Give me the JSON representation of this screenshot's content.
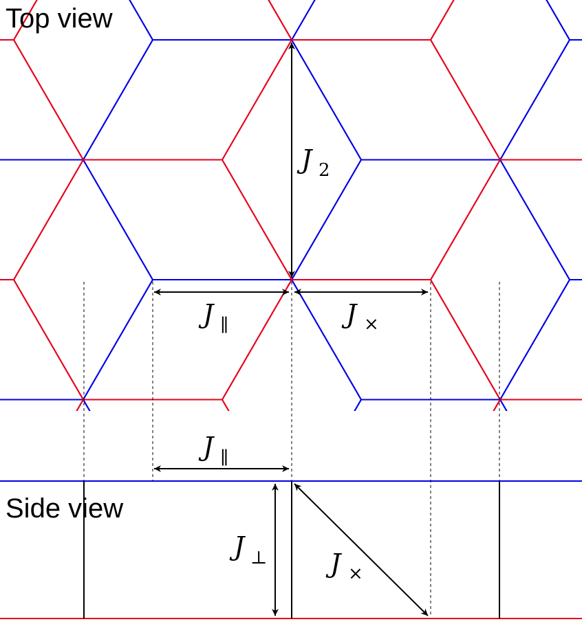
{
  "labels": {
    "top_view": "Top view",
    "side_view": "Side view"
  },
  "couplings": {
    "j2": {
      "main": "J",
      "sub": "2"
    },
    "j_par_top": {
      "main": "J",
      "sub": "∥"
    },
    "j_cross_top": {
      "main": "J",
      "sub": "×"
    },
    "j_par_side": {
      "main": "J",
      "sub": "∥"
    },
    "j_perp": {
      "main": "J",
      "sub": "⊥"
    },
    "j_cross_side": {
      "main": "J",
      "sub": "×"
    }
  },
  "colors": {
    "layer_a": "#0000e6",
    "layer_b": "#e6001a",
    "ink": "#000000"
  }
}
